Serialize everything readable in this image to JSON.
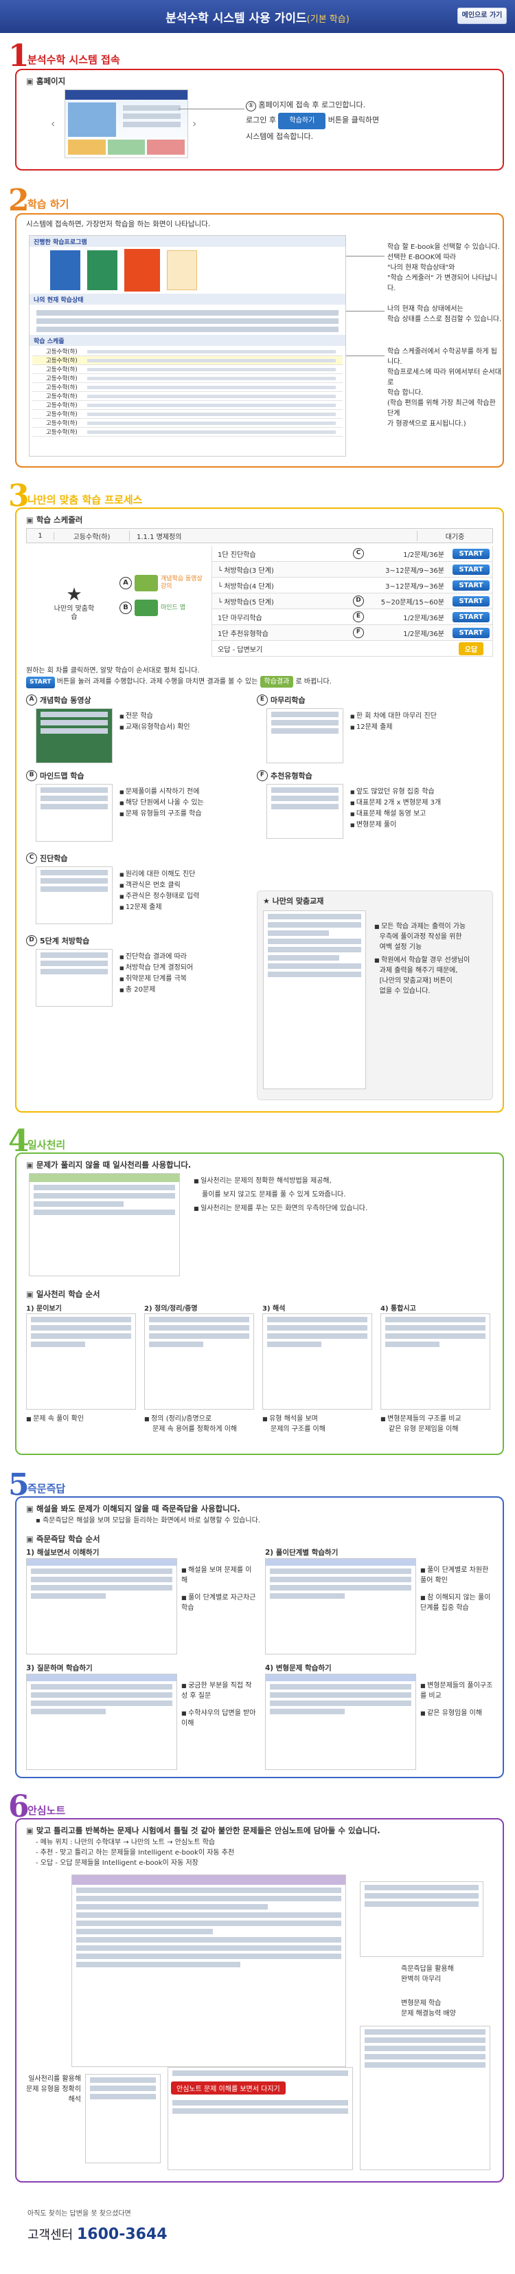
{
  "header": {
    "title": "분석수학 시스템 사용 가이드",
    "title_tag": "(기본 학습)",
    "button": "메인으로 가기"
  },
  "s1": {
    "num": "1",
    "title": "분석수학 시스템 접속",
    "sub": "홈페이지",
    "step": "①",
    "l1": "홈페이지에 접속 후 로그인합니다.",
    "l2a": "로그인 후",
    "l2btn": "학습하기",
    "l2b": "버튼을 클릭하면",
    "l3": "시스템에 접속합니다."
  },
  "s2": {
    "num": "2",
    "title": "학습 하기",
    "intro": "시스템에 접속하면, 가장먼저 학습을 하는 화면이 나타납니다.",
    "panel1": "진행한 학습프로그램",
    "panel2": "나의 현재 학습상태",
    "panel3": "학습 스케줄",
    "a1": "학습 할 E-book을 선택할 수 있습니다.",
    "a2": "선택한 E-BOOK에 따라",
    "a3": "\"나의 현재 학습상태\"와",
    "a4": "\"학습 스케줄러\" 가 변경되어 나타납니다.",
    "b1": "나의 현재 학습 상태에서는",
    "b2": "학습 상태를 스스로 점검할 수 있습니다.",
    "c1": "학습 스케줄러에서 수학공부를 하게 됩니다.",
    "c2": "학습프로세스에 따라 위에서부터 순서대로",
    "c3": "학습 합니다.",
    "c4": "(학습 편의를 위해 가장 최근에 학습한 단계",
    "c5": "가 형광색으로 표시됩니다.)",
    "rows": [
      "고등수학(하)",
      "고등수학(하)",
      "고등수학(하)",
      "고등수학(하)",
      "고등수학(하)",
      "고등수학(하)",
      "고등수학(하)",
      "고등수학(하)",
      "고등수학(하)",
      "고등수학(하)"
    ]
  },
  "s3": {
    "num": "3",
    "title": "나만의 맞춤 학습 프로세스",
    "sub": "학습 스케줄러",
    "hdr": {
      "no": "1",
      "book": "고등수학(하)",
      "unit": "1.1.1 명제정의",
      "status": "대기중"
    },
    "center": "나만의 맞춤학습",
    "A": "개념학습 동영상 강의",
    "B": "마인드 맵",
    "rows": [
      {
        "circle": "C",
        "label": "1단 진단학습",
        "score": "1/2문제/36분",
        "btn": "START"
      },
      {
        "circle": "",
        "label": "└ 처방학습(3 단계)",
        "score": "3~12문제/9~36분",
        "btn": "START"
      },
      {
        "circle": "",
        "label": "└ 처방학습(4 단계)",
        "score": "3~12문제/9~36분",
        "btn": "START"
      },
      {
        "circle": "D",
        "label": "└ 처방학습(5 단계)",
        "score": "5~20문제/15~60분",
        "btn": "START"
      },
      {
        "circle": "E",
        "label": "1단 마무리학습",
        "score": "1/2문제/36분",
        "btn": "START"
      },
      {
        "circle": "F",
        "label": "1단 추천유형학습",
        "score": "1/2문제/36분",
        "btn": "START"
      },
      {
        "circle": "",
        "label": "오답 - 답변보기",
        "score": "",
        "btn": "오답"
      }
    ],
    "note1": "원하는 회 차를 클릭하면, 알맞 학습이 순서대로 펼쳐 집니다.",
    "note2a": "버튼을 눌러 과제를 수행합니다. 과제 수행을 마치면 결과를 볼 수 있는",
    "note2b": "로 바뀝니다.",
    "note_btn": "START",
    "note_learn": "학습결과",
    "cards": [
      {
        "id": "A",
        "title": "개념학습 동영상",
        "b": [
          "전문 학습",
          "교재(유형학습서) 확인"
        ]
      },
      {
        "id": "E",
        "title": "마무리학습",
        "b": [
          "한 회 차에 대한 마무리 진단",
          "12문제 출제"
        ]
      },
      {
        "id": "B",
        "title": "마인드맵 학습",
        "b": [
          "문제풀이를 시작하기 전에",
          "해당 단원에서 나올 수 있는",
          "문제 유형들의 구조를 학습"
        ]
      },
      {
        "id": "F",
        "title": "추천유형학습",
        "b": [
          "앞도 많았던 유형 집중 학습",
          "대표문제 2개 x 변형문제 3개",
          "대표문제 해설 동영 보고",
          "변형문제 풀이"
        ]
      },
      {
        "id": "C",
        "title": "진단학습",
        "b": [
          "원리에 대한 이해도 진단",
          "객관식은 번호 클릭",
          "주관식은 정수형태로 입력",
          "12문제 출제"
        ]
      },
      {
        "id": "D",
        "title": "5단계 처방학습",
        "b": [
          "진단학습 결과에 따라",
          "처방학습 단계 결정되어",
          "취약문제 단계를 극복",
          "총 20문제"
        ]
      }
    ],
    "special_title": "나만의 맞춤교재",
    "special": [
      "모든 학습 과제는 출력이 가능",
      "우측에 풀이과정 작성을 위한",
      "여백 설정 기능",
      "학원에서 학습할 경우 선생님이",
      "과제 출력을 해주기 때문에,",
      "[나만의 맞춤교재] 버튼이",
      "없을 수 있습니다."
    ]
  },
  "s4": {
    "num": "4",
    "title": "일사천리",
    "sub": "문제가 풀리지 않을 때 일사천리를 사용합니다.",
    "b": [
      "일사천리는 문제의 정확한 해석방법을 제공해,",
      "풀이를 보지 않고도 문제를 풀 수 있게 도와줍니다.",
      "일사천리는 문제를 푸는 모든 화면의 우측하단에 있습니다."
    ],
    "sub2": "일사천리 학습 순서",
    "steps": [
      {
        "t": "1) 문이보기",
        "d": [
          "문제 속 풀이 확인"
        ]
      },
      {
        "t": "2) 정의/정리/증명",
        "d": [
          "정의 (정리)/증명으로",
          "문제 속 용어를 정확하게 이해"
        ]
      },
      {
        "t": "3) 해석",
        "d": [
          "유형 해석을 보며",
          "문제의 구조를 이해"
        ]
      },
      {
        "t": "4) 통합시고",
        "d": [
          "변형문제들의 구조를 비교",
          "같은 유형 문제임을 이해"
        ]
      }
    ]
  },
  "s5": {
    "num": "5",
    "title": "즉문즉답",
    "sub": "해설을 봐도 문제가 이해되지 않을 때 즉문즉답을 사용합니다.",
    "desc": "즉문즉답은 해설을 보며 모답을 듣리하는 화면에서 바로 실행할 수 있습니다.",
    "sub2": "즉문즉답 학습 순서",
    "steps": [
      {
        "t": "1) 해설보면서 이해하기",
        "d": [
          "해설을 보며 문제를 이해",
          "풀이 단계별로 자근차근 학습"
        ]
      },
      {
        "t": "2) 풀이단계별 학습하기",
        "d": [
          "풀이 단계별로 차원한 풀어 확인",
          "참 이해되지 않는 풀이단계를 집중 학습"
        ]
      },
      {
        "t": "3) 질문하며 학습하기",
        "d": [
          "궁금한 부분을 직접 작성 후 질문",
          "수학샤우의 답변을 받아 이해"
        ]
      },
      {
        "t": "4) 변형문제 학습하기",
        "d": [
          "변형문제들의 풀이구조를 비교",
          "같은 유형임을 이해"
        ]
      }
    ]
  },
  "s6": {
    "num": "6",
    "title": "안심노트",
    "sub": "맞고 틀리고를 반복하는 문제나 시험에서 틀릴 것 같아 불안한 문제들은 안심노트에 담아둘 수 있습니다.",
    "b": [
      "메뉴 위치 : 나만의 수학대부 → 나만의 노트 → 안심노트 학습",
      "추천 - 맞고 틀리고 하는 문제들을 Intelligent e-book이 자동 추천",
      "오답 - 오답 문제들을 Intelligent e-book이 자동 저장"
    ],
    "c1": [
      "즉문즉답을 활용해",
      "완벽히 마무리"
    ],
    "c2": [
      "변형문제 학습",
      "문제 해결능력 배양"
    ],
    "c3": [
      "일사천리를 활용해",
      "문제 유형을 정확히 해석"
    ],
    "c4": "안심노트 문제 이해를 보면서 다지기"
  },
  "footer": {
    "small": "아직도 찾히는 답변을 못 찾으셨다면",
    "label": "고객센터",
    "phone": "1600-3644"
  },
  "colors": {
    "s1": "#d32020",
    "s2": "#e8821e",
    "s3": "#f2b800",
    "s4": "#6dba3c",
    "s5": "#3a66c4",
    "s6": "#8a3fb0"
  }
}
